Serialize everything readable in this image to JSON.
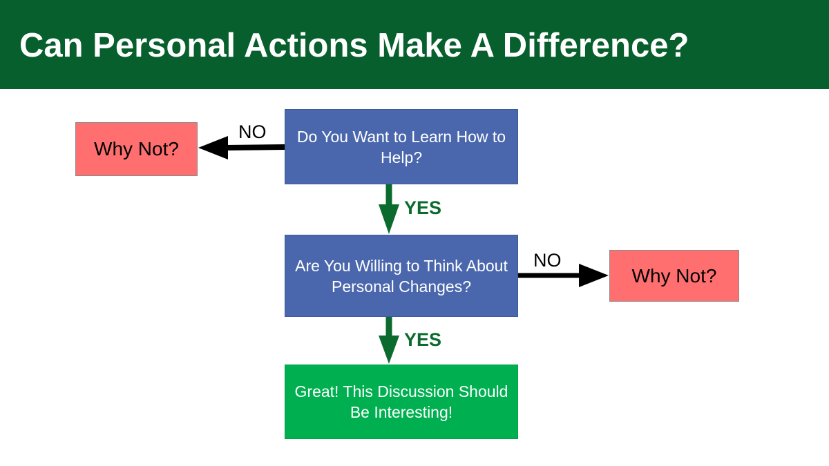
{
  "slide": {
    "title": "Can Personal Actions Make A Difference?"
  },
  "flowchart": {
    "question_1": "Do You Want to Learn How to Help?",
    "question_2": "Are You Willing to Think About Personal Changes?",
    "outcome_positive": "Great! This Discussion Should Be Interesting!",
    "outcome_negative_1": "Why Not?",
    "outcome_negative_2": "Why Not?",
    "label_no_1": "NO",
    "label_no_2": "NO",
    "label_yes_1": "YES",
    "label_yes_2": "YES"
  },
  "colors": {
    "header": "#065f2c",
    "question_box": "#4a67ad",
    "negative_box": "#ff6f6f",
    "positive_box": "#00b050",
    "yes_arrow": "#0b6b2e",
    "no_arrow": "#000000"
  }
}
